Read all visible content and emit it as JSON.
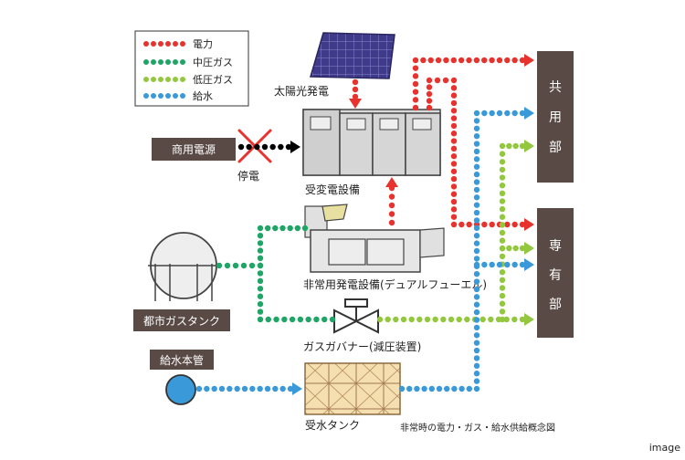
{
  "colors": {
    "power": "#e8322e",
    "mid_gas": "#1fa566",
    "low_gas": "#93c83e",
    "water": "#3a9ad9",
    "commercial": "#000000",
    "label_box": "#5a4a45",
    "panel_fill": "#d6d6d6"
  },
  "legend": {
    "power": "電力",
    "mid_gas": "中圧ガス",
    "low_gas": "低圧ガス",
    "water": "給水"
  },
  "labels": {
    "commercial_power": "商用電源",
    "outage": "停電",
    "solar": "太陽光発電",
    "substation": "受変電設備",
    "generator": "非常用発電設備(デュアルフューエル)",
    "city_gas_tank": "都市ガスタンク",
    "gas_governor": "ガスガバナー(減圧装置)",
    "water_main": "給水本管",
    "water_tank": "受水タンク",
    "common_area": [
      "共",
      "用",
      "部"
    ],
    "private_area": [
      "専",
      "有",
      "部"
    ],
    "caption": "非常時の電力・ガス・給水供給概念図",
    "image_tag": "image"
  },
  "icons": {
    "outage_mark": "cross-icon",
    "solar_panel": "solar-panel-icon",
    "gas_governor": "valve-icon",
    "water_main": "pipe-circle-icon",
    "gas_tank": "spherical-tank-icon"
  }
}
